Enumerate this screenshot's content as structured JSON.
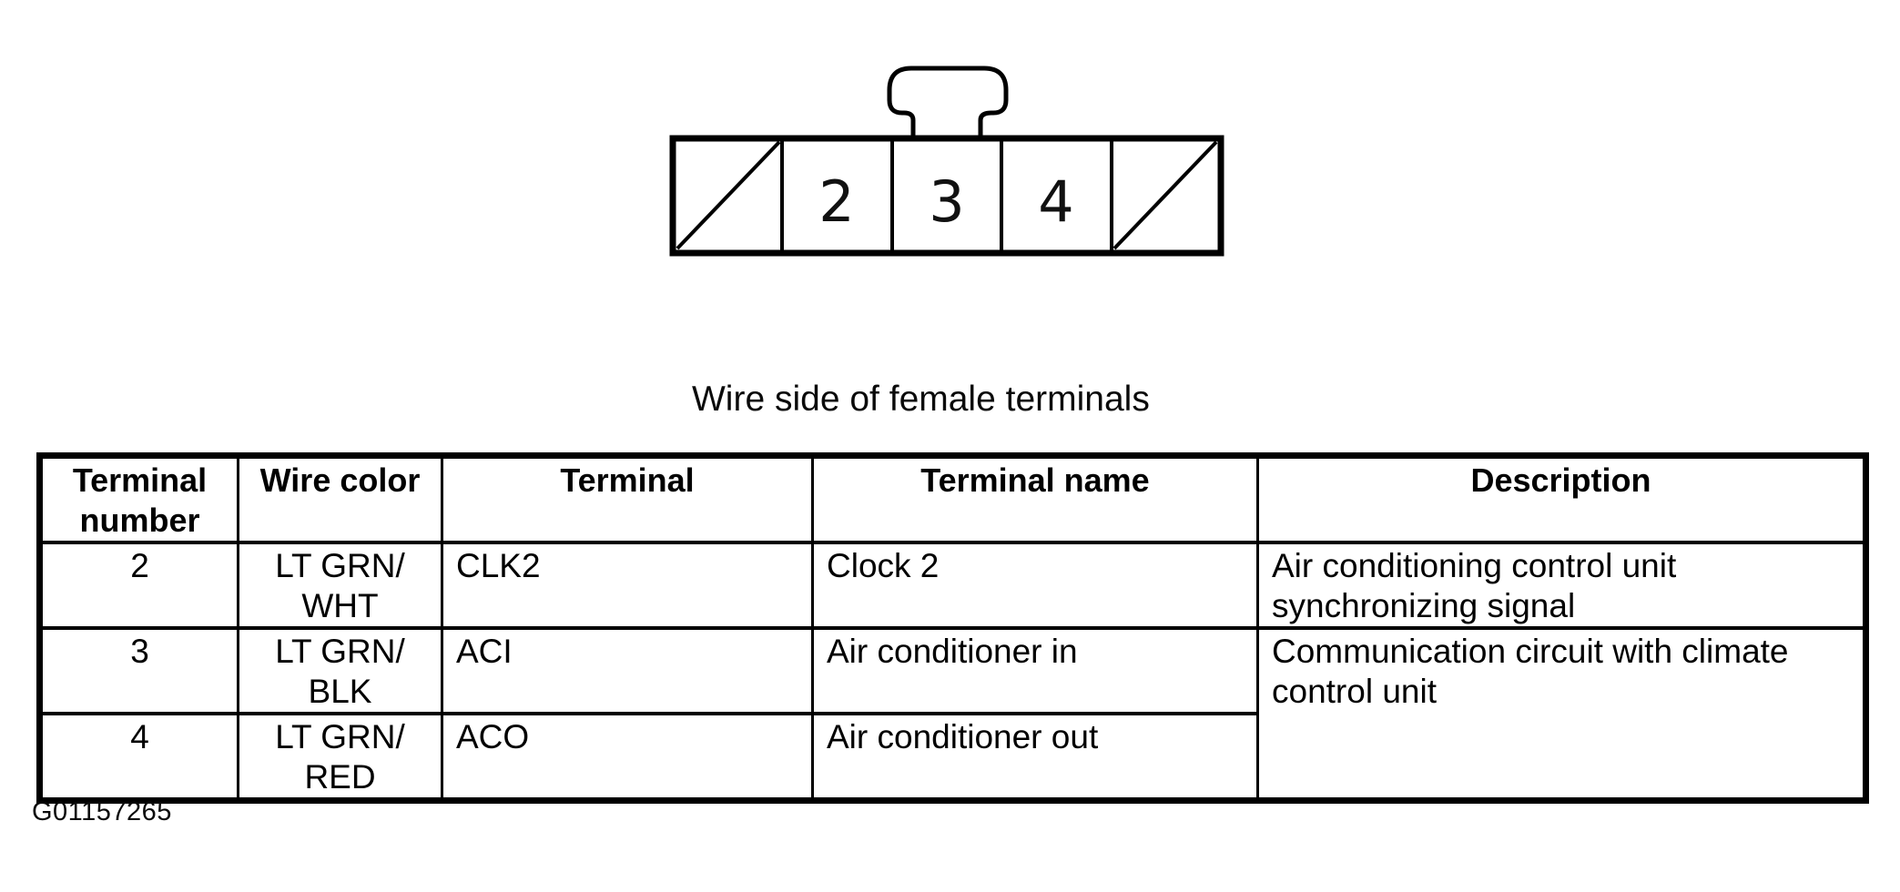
{
  "document": {
    "caption": "Wire side of female terminals",
    "figure_id": "G01157265"
  },
  "connector": {
    "pin_labels": [
      "2",
      "3",
      "4"
    ]
  },
  "table": {
    "headers": {
      "terminal_number": "Terminal number",
      "wire_color": "Wire color",
      "terminal": "Terminal",
      "terminal_name": "Terminal name",
      "description": "Description"
    },
    "rows": [
      {
        "terminal_number": "2",
        "wire_color": [
          "LT GRN/",
          "WHT"
        ],
        "terminal": "CLK2",
        "terminal_name": "Clock 2",
        "description": [
          "Air conditioning control unit",
          "synchronizing signal"
        ]
      },
      {
        "terminal_number": "3",
        "wire_color": [
          "LT GRN/",
          "BLK"
        ],
        "terminal": "ACI",
        "terminal_name": "Air conditioner in",
        "description": [
          "Communication circuit with climate",
          "control unit"
        ]
      },
      {
        "terminal_number": "4",
        "wire_color": [
          "LT GRN/",
          "RED"
        ],
        "terminal": "ACO",
        "terminal_name": "Air conditioner out"
      }
    ]
  },
  "colors": {
    "ink": "#000000",
    "paper": "#ffffff"
  }
}
